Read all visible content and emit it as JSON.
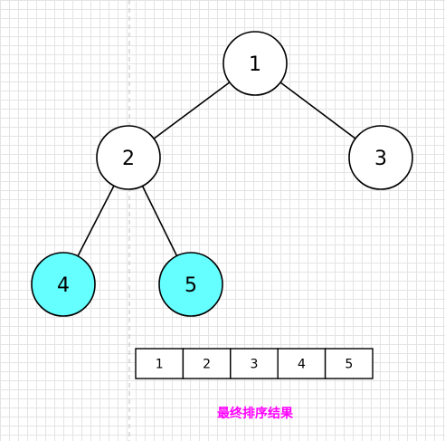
{
  "colors": {
    "highlight_fill": "#66ffff",
    "default_fill": "#ffffff",
    "stroke": "#000000",
    "caption": "#ff00ff"
  },
  "tree": {
    "nodes": [
      {
        "id": "1",
        "label": "1",
        "highlighted": false
      },
      {
        "id": "2",
        "label": "2",
        "highlighted": false
      },
      {
        "id": "3",
        "label": "3",
        "highlighted": false
      },
      {
        "id": "4",
        "label": "4",
        "highlighted": true
      },
      {
        "id": "5",
        "label": "5",
        "highlighted": true
      }
    ],
    "edges": [
      {
        "from": "1",
        "to": "2"
      },
      {
        "from": "1",
        "to": "3"
      },
      {
        "from": "2",
        "to": "4"
      },
      {
        "from": "2",
        "to": "5"
      }
    ]
  },
  "array": {
    "cells": [
      "1",
      "2",
      "3",
      "4",
      "5"
    ]
  },
  "caption": "最终排序结果"
}
